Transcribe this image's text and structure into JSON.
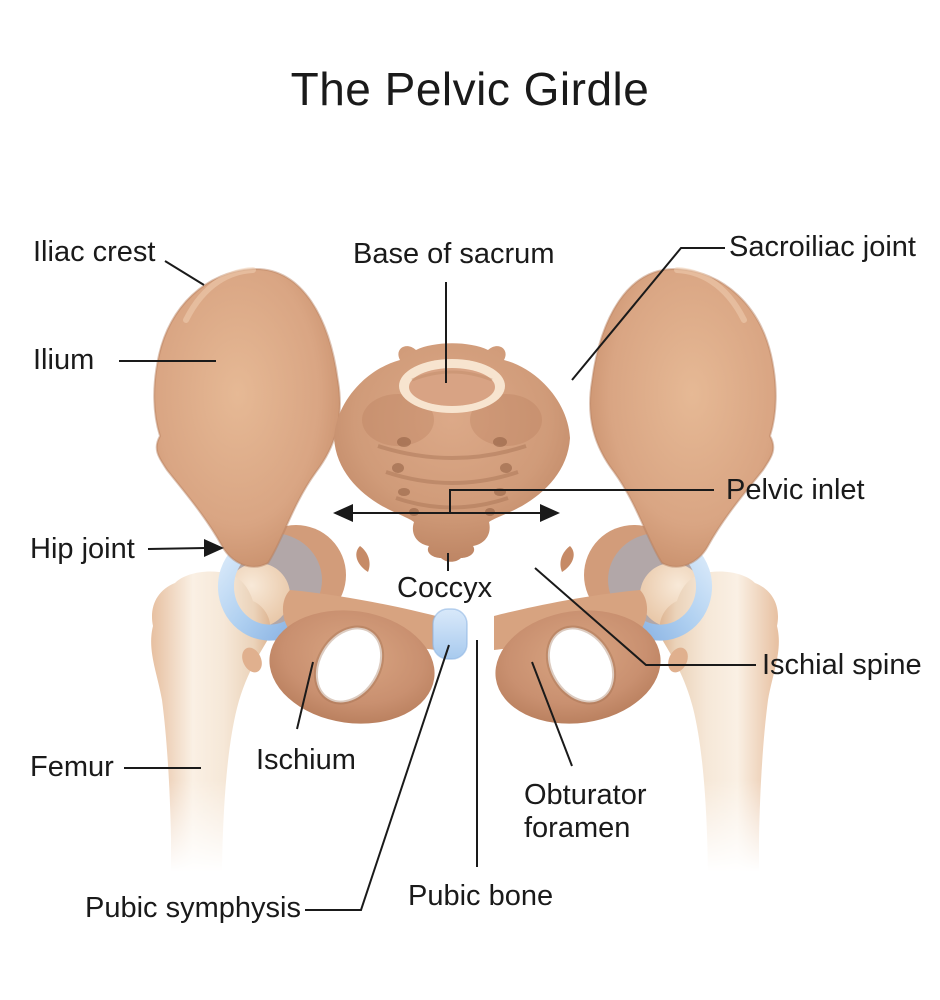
{
  "title": "The Pelvic Girdle",
  "labels": {
    "iliac_crest": "Iliac crest",
    "ilium": "Ilium",
    "base_of_sacrum": "Base of sacrum",
    "sacroiliac_joint": "Sacroiliac joint",
    "pelvic_inlet": "Pelvic inlet",
    "hip_joint": "Hip joint",
    "coccyx": "Coccyx",
    "ischial_spine": "Ischial spine",
    "femur": "Femur",
    "ischium": "Ischium",
    "obturator_foramen": "Obturator\nforamen",
    "pubic_symphysis": "Pubic symphysis",
    "pubic_bone": "Pubic bone"
  },
  "palette": {
    "background": "#FFFFFF",
    "bone_light": "#F3DFCB",
    "bone_mid": "#D9A583",
    "bone_dark": "#BC8260",
    "femur_light": "#FBF2E7",
    "cartilage_light": "#DCEAFA",
    "cartilage_mid": "#AECFF0",
    "cartilage_deep": "#8FB6E4",
    "acetabulum_gray": "#B2A7A8",
    "symphysis_blue": "#BCD6F2",
    "line_color": "#1A1A1A",
    "text_color": "#1A1A1A"
  }
}
